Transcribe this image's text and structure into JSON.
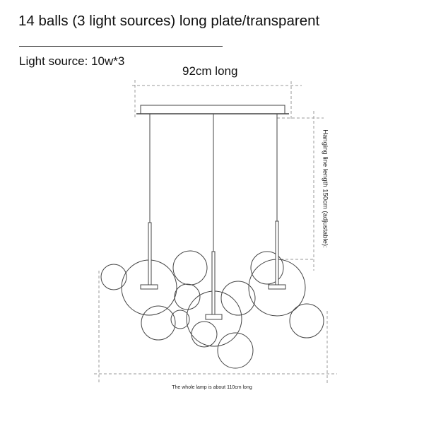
{
  "title": "14 balls (3 light sources) long plate/transparent",
  "light_source": "Light source: 10w*3",
  "dimensions": {
    "plate_width": "92cm long",
    "hanging_line": "Hanging line length 150cm (adjustable):",
    "whole_lamp": "The whole lamp is about 110cm long"
  },
  "colors": {
    "line": "#444444",
    "dash": "#888888"
  }
}
